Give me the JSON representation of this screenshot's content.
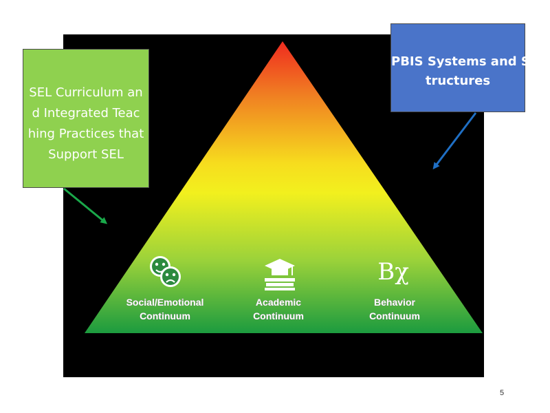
{
  "callouts": {
    "sel": {
      "lines": [
        "SEL Curriculum an",
        "d Integrated Teac",
        "hing Practices that",
        "Support SEL"
      ],
      "color": "#8fd14f"
    },
    "pbis": {
      "lines": [
        "PBIS Systems and S",
        "tructures"
      ],
      "color": "#4a74c9"
    }
  },
  "arrows": {
    "sel_color": "#1aa84a",
    "pbis_color": "#1f6fc4"
  },
  "pyramid": {
    "gradient": [
      "#ef2b1f",
      "#f07d22",
      "#f6dd1e",
      "#f2f01e",
      "#9bd23a",
      "#1c9b3f"
    ],
    "continua": [
      {
        "line1": "Social/Emotional",
        "line2": "Continuum",
        "icon": "theater-masks-icon"
      },
      {
        "line1": "Academic",
        "line2": "Continuum",
        "icon": "graduation-cap-books-icon"
      },
      {
        "line1": "Behavior",
        "line2": "Continuum",
        "icon": "bx-letters-icon",
        "icon_text": "Bχ"
      }
    ]
  },
  "footer": {
    "page_number": "5"
  }
}
